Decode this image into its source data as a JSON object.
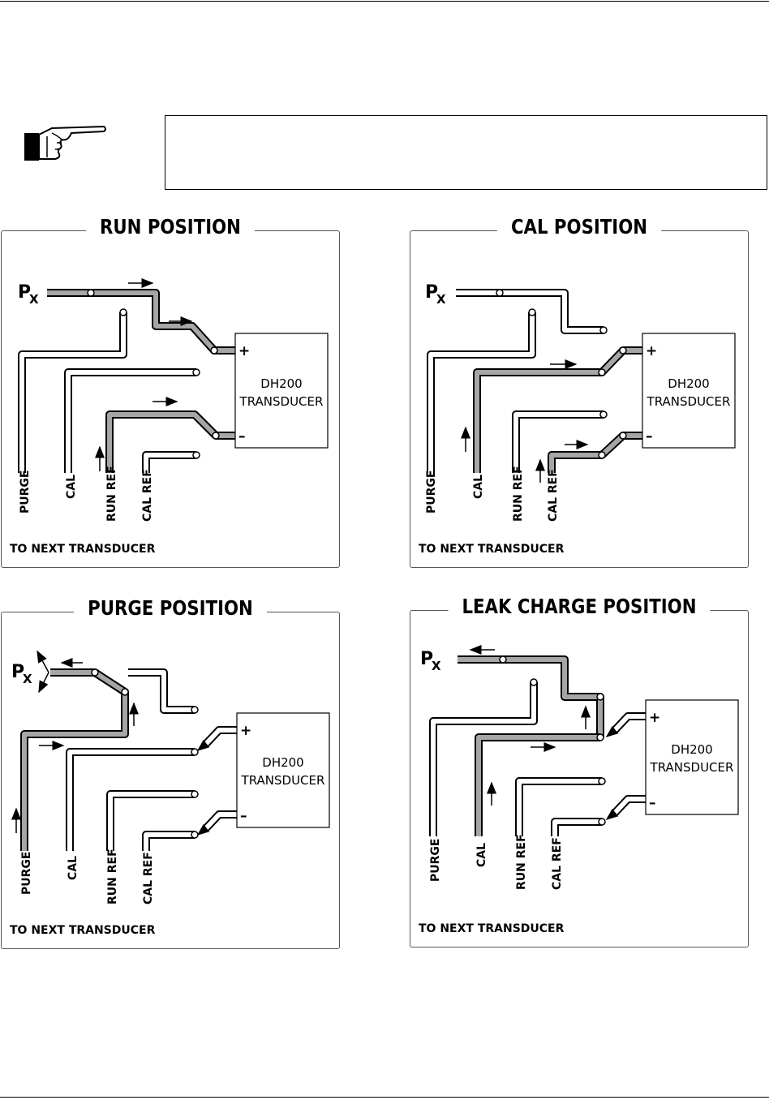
{
  "note": {
    "text": ""
  },
  "icons": {
    "pointer": "pointing-hand-icon"
  },
  "colors": {
    "active_flow": "#a6a6a6",
    "line": "#000000"
  },
  "panels": [
    {
      "title": "RUN  POSITION",
      "px": "P",
      "px_sub": "X",
      "transducer_line1": "DH200",
      "transducer_line2": "TRANSDUCER",
      "plus": "+",
      "minus": "–",
      "ports": [
        "PURGE",
        "CAL",
        "RUN REF",
        "CAL REF"
      ],
      "footer": "TO NEXT TRANSDUCER"
    },
    {
      "title": "CAL  POSITION",
      "px": "P",
      "px_sub": "X",
      "transducer_line1": "DH200",
      "transducer_line2": "TRANSDUCER",
      "plus": "+",
      "minus": "–",
      "ports": [
        "PURGE",
        "CAL",
        "RUN REF",
        "CAL REF"
      ],
      "footer": "TO NEXT TRANSDUCER"
    },
    {
      "title": "PURGE  POSITION",
      "px": "P",
      "px_sub": "X",
      "transducer_line1": "DH200",
      "transducer_line2": "TRANSDUCER",
      "plus": "+",
      "minus": "–",
      "ports": [
        "PURGE",
        "CAL",
        "RUN REF",
        "CAL REF"
      ],
      "footer": "TO NEXT TRANSDUCER"
    },
    {
      "title": "LEAK CHARGE  POSITION",
      "px": "P",
      "px_sub": "X",
      "transducer_line1": "DH200",
      "transducer_line2": "TRANSDUCER",
      "plus": "+",
      "minus": "–",
      "ports": [
        "PURGE",
        "CAL",
        "RUN REF",
        "CAL REF"
      ],
      "footer": "TO NEXT TRANSDUCER"
    }
  ]
}
